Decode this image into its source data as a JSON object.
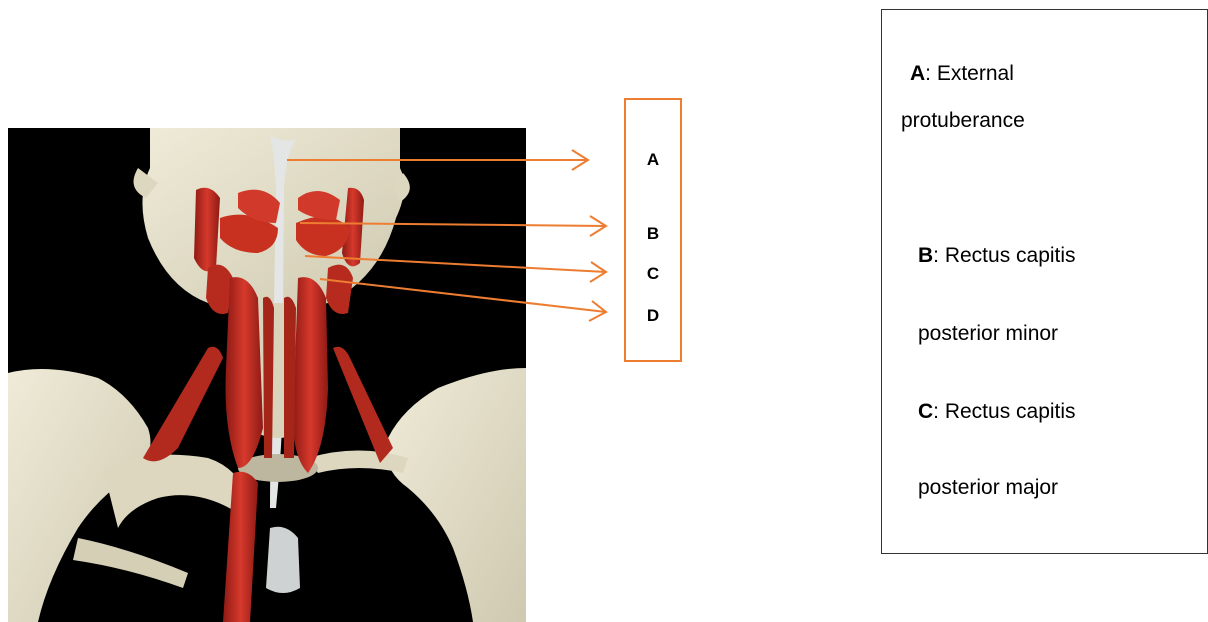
{
  "figure": {
    "labels": [
      "A",
      "B",
      "C",
      "D"
    ],
    "legend": {
      "A": {
        "key": "A",
        "text_1": ": External",
        "text_2": "protuberance"
      },
      "B": {
        "key": "B",
        "text_1": ": Rectus capitis",
        "text_2": "posterior minor"
      },
      "C": {
        "key": "C",
        "text_1": ": Rectus capitis",
        "text_2": "posterior major"
      }
    }
  },
  "colors": {
    "arrow": "#ed7d31",
    "bone": "#e9e4cf",
    "muscle": "#c3281f",
    "background": "#000000"
  }
}
